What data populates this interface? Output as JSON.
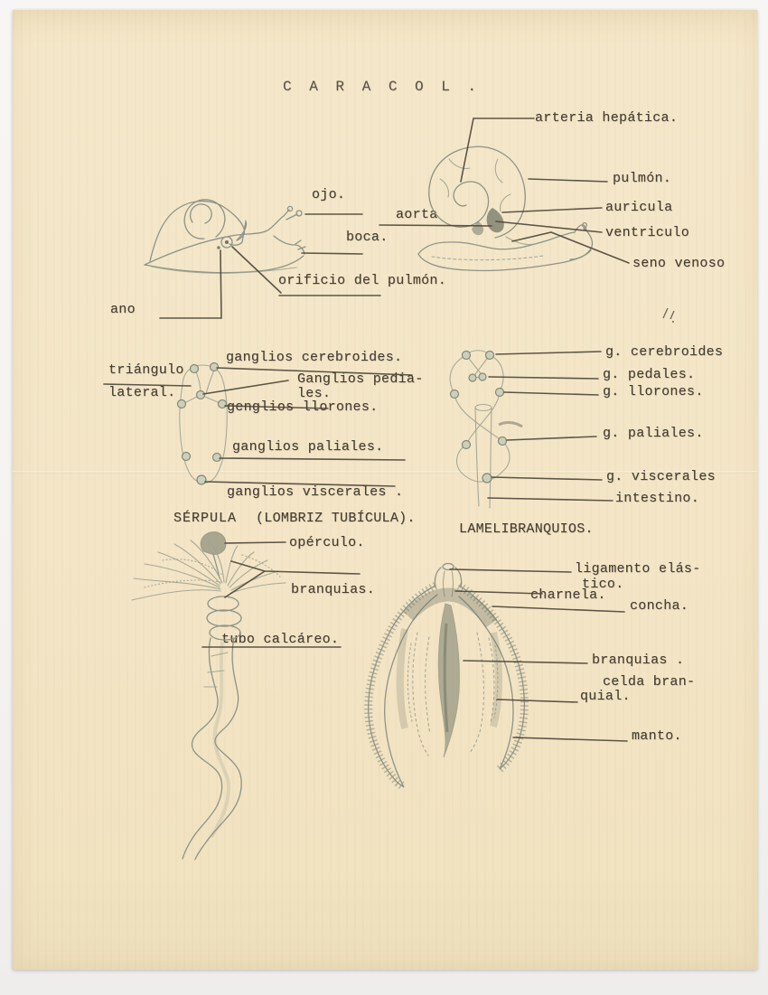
{
  "page": {
    "title": "C A R A C O L .",
    "paper_color": "#f3e5c6",
    "ink_color": "#453e33",
    "pencil_color": "#8e9388"
  },
  "snail_external": {
    "ojo": "ojo.",
    "boca": "boca.",
    "orificio_pulmon": "orificio del pulmón.",
    "ano": "ano"
  },
  "snail_internal": {
    "arteria_hepatica": "arteria hepática.",
    "pulmon": "pulmón.",
    "aorta": "aorta",
    "auricula": "auricula",
    "ventriculo": "ventriculo",
    "seno_venoso": "seno venoso"
  },
  "ganglia_left": {
    "triangulo_line1": "triángulo",
    "triangulo_line2": "lateral.",
    "cerebroides": "ganglios cerebroides.",
    "pediales_line1": "Ganglios pedia-",
    "pediales_line2": "les.",
    "llorones": "genglios llorones.",
    "paliales": "ganglios paliales.",
    "viscerales": "ganglios viscerales ."
  },
  "ganglia_right": {
    "cerebroides": "g. cerebroides",
    "pedales": "g. pedales.",
    "llorones": "g. llorones.",
    "paliales": "g. paliales.",
    "viscerales": "g. viscerales",
    "intestino": "intestino."
  },
  "serpula": {
    "heading": "SÉRPULA",
    "subheading": "(LOMBRIZ TUBÍCULA).",
    "operculo": "opérculo.",
    "branquias": "branquias.",
    "tubo_calcareo": "tubo calcáreo."
  },
  "lamelibranquios": {
    "heading": "LAMELIBRANQUIOS.",
    "ligamento_line1": "ligamento elás-",
    "ligamento_line2": "tico.",
    "charnela": "charnela.",
    "concha": "concha.",
    "branquias": "branquias .",
    "celda_line1": "celda bran-",
    "celda_line2": "quial.",
    "manto": "manto."
  }
}
